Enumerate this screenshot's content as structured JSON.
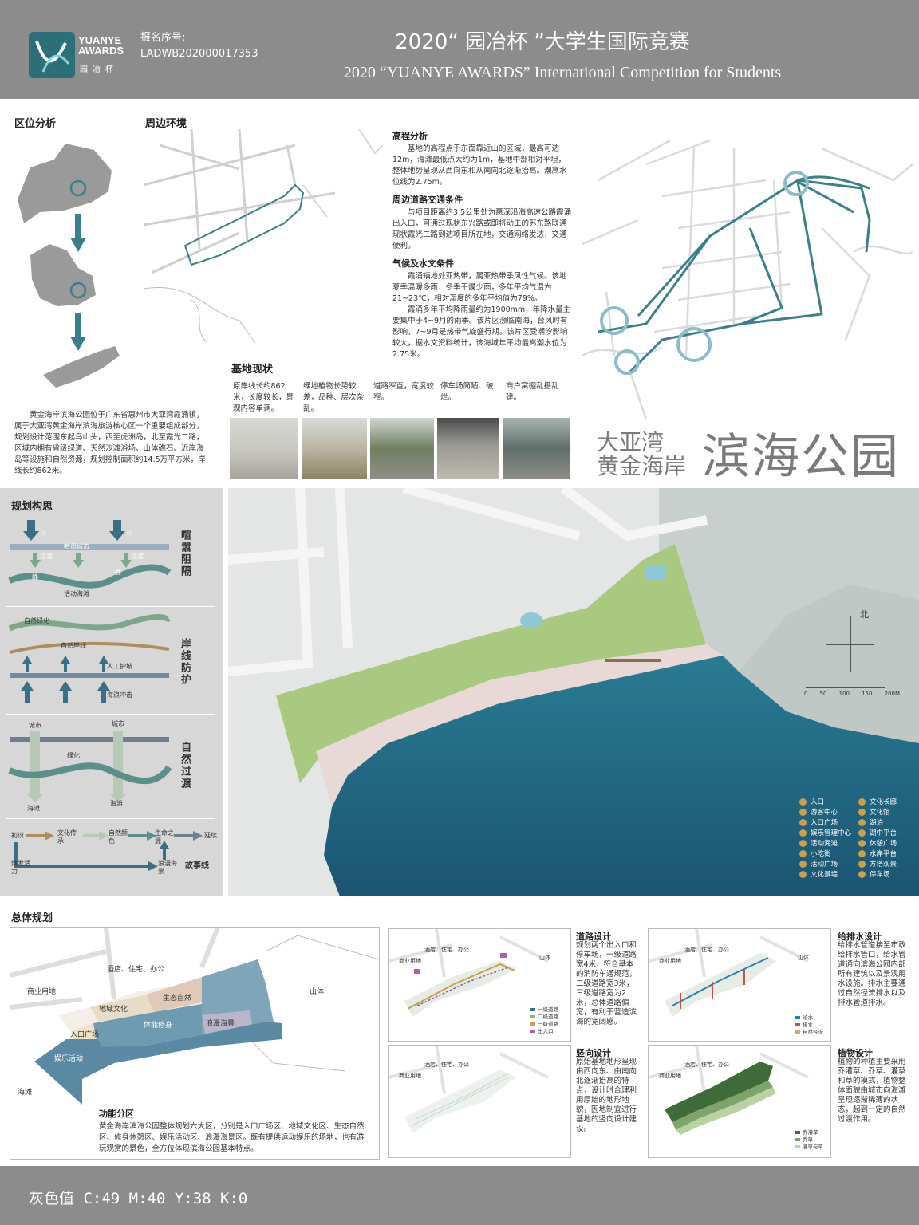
{
  "header": {
    "logo_line1": "YUANYE",
    "logo_line2": "AWARDS",
    "logo_cn": "园冶杯",
    "reg_label": "报名序号:",
    "reg_number": "LADWB202000017353",
    "title_cn": "2020“ 园冶杯 ”大学生国际竞赛",
    "title_en": "2020 “YUANYE AWARDS” International Competition for  Students"
  },
  "location": {
    "heading": "区位分析",
    "description": "黄金海岸滨海公园位于广东省惠州市大亚湾霞涌镇，属于大亚湾黄金海岸滨海旅游核心区一个重要组成部分，规划设计范围东起鸟山头，西至虎洲岛，北至霞光二路，区域内拥有省级绿道、天然沙滩浴场、山体礁石、近岸海岛等设施和自然资源，规划控制面积约14.5万平方米，岸线长约862米。"
  },
  "surroundings": {
    "heading": "周边环境"
  },
  "analysis": {
    "elevation_title": "高程分析",
    "elevation_text": "基地的高程点于东面靠近山的区域，最高可达12m，海滩最低点大约为1m，基地中部相对平坦，整体地势呈现从西向东和从南向北逐渐抬高。潮高水位线为2.75m。",
    "traffic_title": "周边道路交通条件",
    "traffic_text": "与项目距离约3.5公里处为惠深沿海高速公路霞涌出入口，可通过现状东兴路或即将动工的苏东路联通现状霞光二路到达项目所在地，交通网络发达，交通便利。",
    "climate_title": "气候及水文条件",
    "climate_text1": "霞涌镇地处亚热带，属亚热带季风性气候。该地夏季温暖多雨，冬季干燥少雨，多年平均气温为21~23℃，相对湿度的多年平均值为79%。",
    "climate_text2": "霞涌多年平均降雨量约为1900mm，年降水量主要集中于4~9月的雨季。该片区濒临南海，台风时有影响，7~9月是热带气旋盛行期。该片区受潮汐影响较大，据水文资料统计，该海域年平均最高潮水位为2.75米。"
  },
  "site": {
    "heading": "基地现状",
    "notes": [
      "原岸线长约862米，长度较长，景观内容单调。",
      "绿地植物长势较差，品种、层次杂乱。",
      "道路窄直，宽度较窄。",
      "停车场简陋、破烂。",
      "商户窝棚乱搭乱建。"
    ]
  },
  "park_title": {
    "line1": "大亚湾",
    "line2": "黄金海岸",
    "main": "滨海公园"
  },
  "concept": {
    "heading": "规划构思",
    "d1_labels": {
      "a": "动",
      "b": "喧嚣城市",
      "c": "动",
      "d": "过渡",
      "e": "过渡",
      "f": "静",
      "g": "静",
      "h": "活动海滩"
    },
    "d1_word": "喧嚣阻隔",
    "d2_labels": {
      "a": "自然绿化",
      "b": "自然岸线",
      "c": "人工护坡",
      "d": "海浪冲击"
    },
    "d2_word": "岸线防护",
    "d3_labels": {
      "a": "城市",
      "b": "城市",
      "c": "绿化",
      "d": "海滩",
      "e": "海滩"
    },
    "d3_word": "自然过渡",
    "story": {
      "a": "初识",
      "b": "文化传承",
      "c": "自然颜色",
      "d": "生命之源",
      "e": "延续",
      "f": "焕发活力",
      "g": "浪漫海景"
    },
    "story_word": "故事线"
  },
  "plan": {
    "north": "北",
    "scale_ticks": [
      "0",
      "50",
      "100",
      "150",
      "200M"
    ],
    "legend_left": [
      "入口",
      "游客中心",
      "入口广场",
      "娱乐管理中心",
      "活动海滩",
      "小吃街",
      "活动广场",
      "文化景墙"
    ],
    "legend_right": [
      "文化长廊",
      "文化馆",
      "湖泊",
      "湖中平台",
      "休憩广场",
      "水岸平台",
      "方塔观景",
      "停车场"
    ]
  },
  "overall": {
    "heading": "总体规划",
    "zones": {
      "hotel": "酒店、住宅、办公",
      "commercial": "商业用地",
      "mountain": "山体",
      "sea": "海滩",
      "culture": "地域文化",
      "eco": "生态自然",
      "entry": "入口广场",
      "fitness": "体能修身",
      "romance": "浪漫海景",
      "fun": "娱乐活动"
    },
    "func_title": "功能分区",
    "func_text": "黄金海岸滨海公园整体规划六大区，分别是入口广场区、地域文化区、生态自然区、修身休憩区、娱乐活动区、浪漫海景区。既有提供运动娱乐的场地，也有游玩观赏的景色，全方位体现滨海公园基本特点。"
  },
  "sub_plans": {
    "road_title": "道路设计",
    "road_text": "规划两个出入口和停车场，一级道路宽4米，符合基本的消防车通规范，二级道路宽3米，三级道路宽为2米，总体道路偏宽，有利于营造滨海的宽阔感。",
    "road_map_labels": [
      "酒店、住宅、办公",
      "商业用地",
      "山体"
    ],
    "road_legend": [
      "一级道路",
      "二级道路",
      "三级道路",
      "出入口"
    ],
    "drain_title": "给排水设计",
    "drain_text": "给排水管道接至市政给排水管口，给水管道通向滨海公园内部所有建筑以及景观用水设施。排水主要通过自然径流排水以及排水管道排水。",
    "drain_map_labels": [
      "酒店、住宅、办公",
      "商业用地",
      "山体"
    ],
    "drain_legend": [
      "给水",
      "排水",
      "自然径流"
    ],
    "vert_title": "竖向设计",
    "vert_text": "原始基地地形呈现由西向东、由南向北逐渐抬高的特点，设计时合理利用原始的地形地貌，因地制宜进行基地的竖向设计建设。",
    "vert_map_labels": [
      "酒店、住宅、办公",
      "商业用地"
    ],
    "plant_title": "植物设计",
    "plant_text": "植物的种植主要采用乔灌草、乔草、灌草和草的模式，植物整体面貌由城市向海滩呈现逐渐稀薄的状态，起到一定的自然过渡作用。",
    "plant_map_labels": [
      "酒店、住宅、办公",
      "商业用地"
    ],
    "plant_legend": [
      "乔灌草",
      "乔草",
      "灌草与草"
    ]
  },
  "footer": {
    "text": "灰色值  C:49 M:40 Y:38 K:0"
  },
  "colors": {
    "header": "#8c8c8c",
    "teal": "#3b7f8a",
    "sea": "#1f5d78",
    "green": "#8fb36a",
    "panel": "#d7d7d7"
  }
}
